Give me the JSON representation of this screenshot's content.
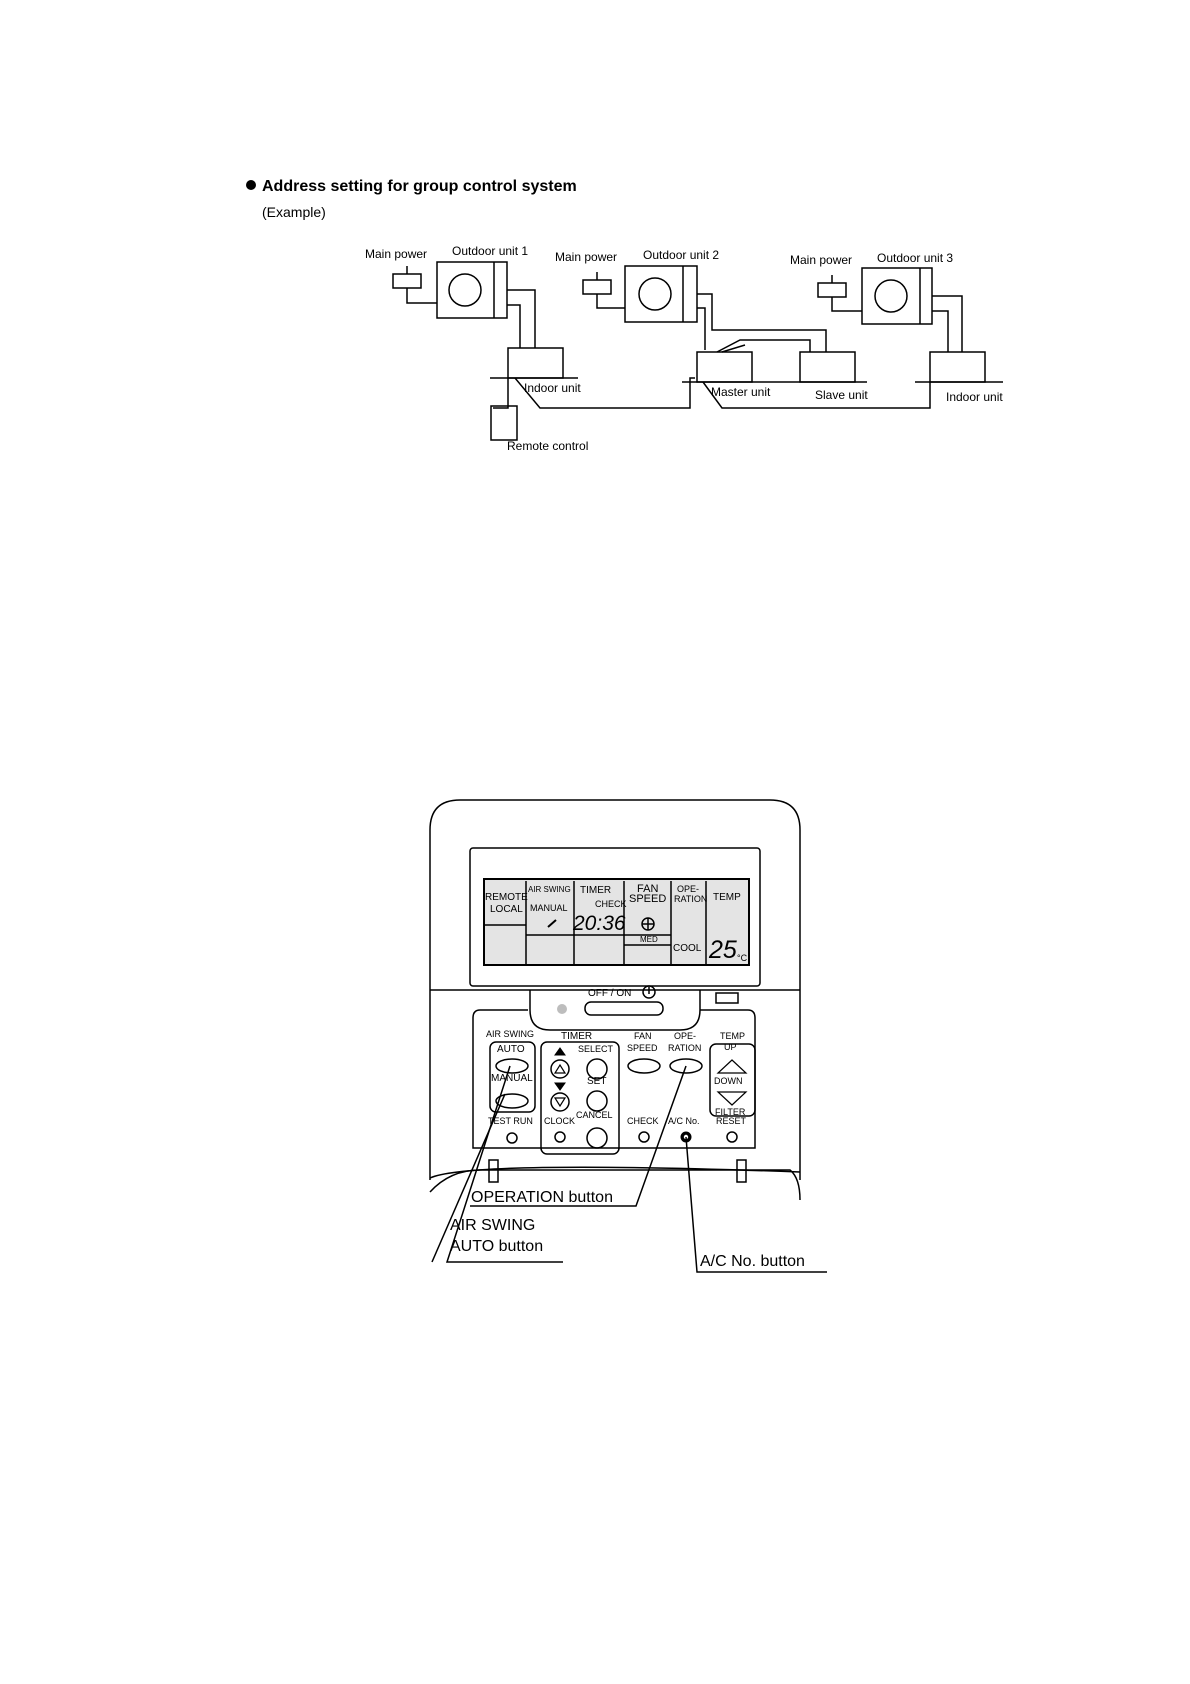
{
  "heading": "Address setting for group control system",
  "subheading": "(Example)",
  "system_diagram": {
    "main_power_1": "Main power",
    "outdoor_unit_1": "Outdoor unit 1",
    "main_power_2": "Main power",
    "outdoor_unit_2": "Outdoor unit 2",
    "main_power_3": "Main power",
    "outdoor_unit_3": "Outdoor unit 3",
    "indoor_unit_1": "Indoor unit",
    "master_unit": "Master unit",
    "slave_unit": "Slave unit",
    "indoor_unit_3": "Indoor unit",
    "remote_control": "Remote control"
  },
  "remote": {
    "lcd": {
      "remote": "REMOTE",
      "local": "LOCAL",
      "air_swing": "AIR SWING",
      "manual": "MANUAL",
      "timer": "TIMER",
      "check": "CHECK",
      "time": "20:36",
      "fan": "FAN",
      "speed": "SPEED",
      "med": "MED",
      "ope": "OPE-",
      "ration": "RATION",
      "cool": "COOL",
      "temp": "TEMP",
      "temp_value": "25",
      "temp_unit": "°C"
    },
    "off_on": "OFF / ON",
    "buttons": {
      "air_swing": "AIR SWING",
      "auto": "AUTO",
      "manual": "MANUAL",
      "test_run": "TEST RUN",
      "timer": "TIMER",
      "select": "SELECT",
      "set": "SET",
      "clock": "CLOCK",
      "cancel": "CANCEL",
      "fan": "FAN",
      "speed": "SPEED",
      "ope": "OPE-",
      "ration": "RATION",
      "check": "CHECK",
      "ac_no": "A/C No.",
      "temp": "TEMP",
      "up": "UP",
      "down": "DOWN",
      "filter": "FILTER",
      "reset": "RESET"
    },
    "callouts": {
      "operation_button": "OPERATION button",
      "air_swing_line1": "AIR SWING",
      "air_swing_line2": "AUTO button",
      "ac_no_button": "A/C No. button"
    }
  }
}
